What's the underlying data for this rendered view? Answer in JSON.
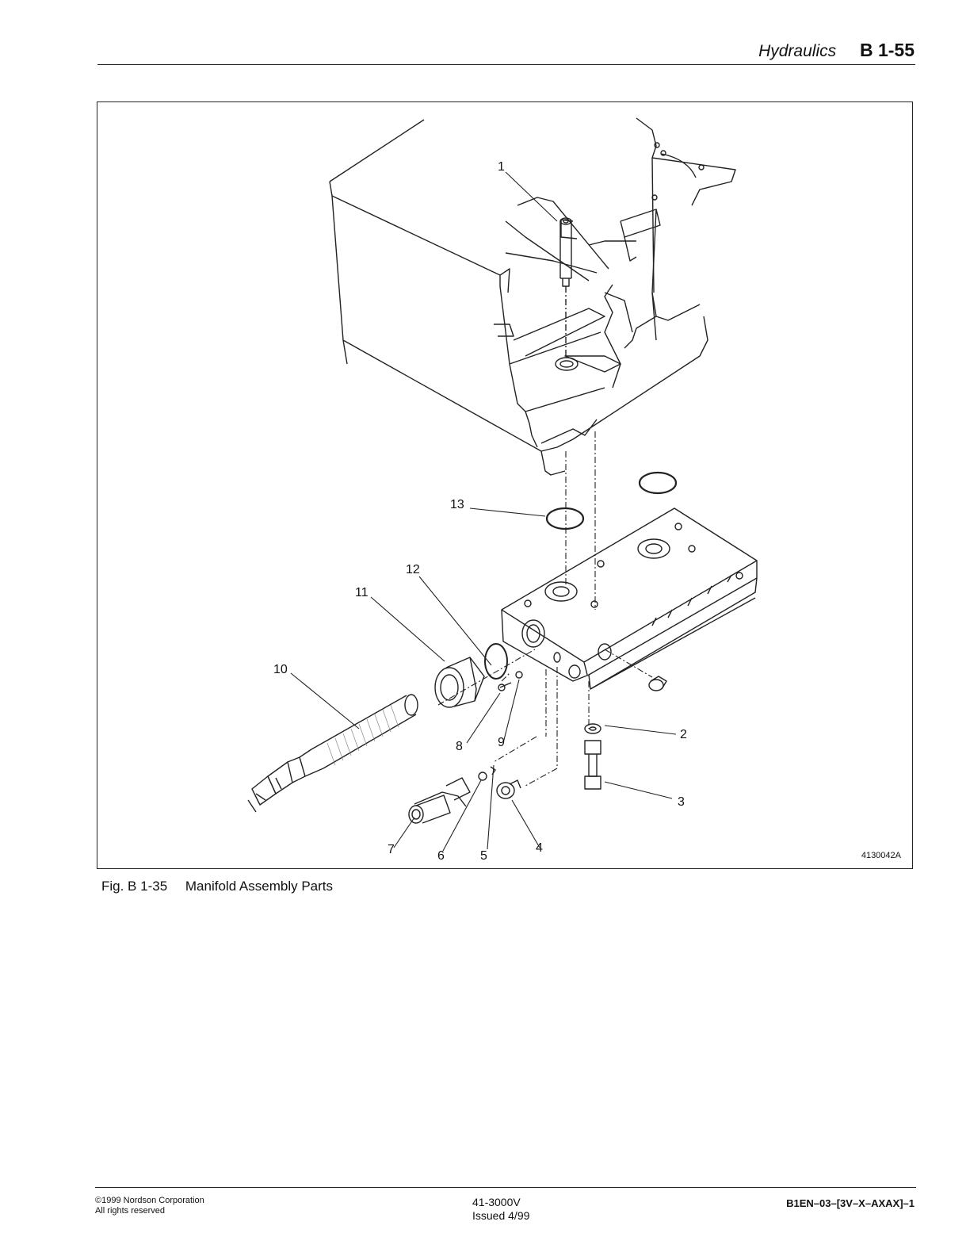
{
  "header": {
    "section": "Hydraulics",
    "page": "B 1-55"
  },
  "figure": {
    "code": "4130042A",
    "callouts": [
      {
        "id": "callout-1",
        "text": "1"
      },
      {
        "id": "callout-2",
        "text": "2"
      },
      {
        "id": "callout-3",
        "text": "3"
      },
      {
        "id": "callout-4",
        "text": "4"
      },
      {
        "id": "callout-5",
        "text": "5"
      },
      {
        "id": "callout-6",
        "text": "6"
      },
      {
        "id": "callout-7",
        "text": "7"
      },
      {
        "id": "callout-8",
        "text": "8"
      },
      {
        "id": "callout-9",
        "text": "9"
      },
      {
        "id": "callout-10",
        "text": "10"
      },
      {
        "id": "callout-11",
        "text": "11"
      },
      {
        "id": "callout-12",
        "text": "12"
      },
      {
        "id": "callout-13",
        "text": "13"
      }
    ]
  },
  "caption": {
    "number": "Fig. B 1-35",
    "title": "Manifold Assembly Parts"
  },
  "footer": {
    "copyright": "©1999 Nordson Corporation",
    "rights": "All rights reserved",
    "doc_number": "41-3000V",
    "issued": "Issued 4/99",
    "code": "B1EN–03–[3V–X–AXAX]–1"
  }
}
